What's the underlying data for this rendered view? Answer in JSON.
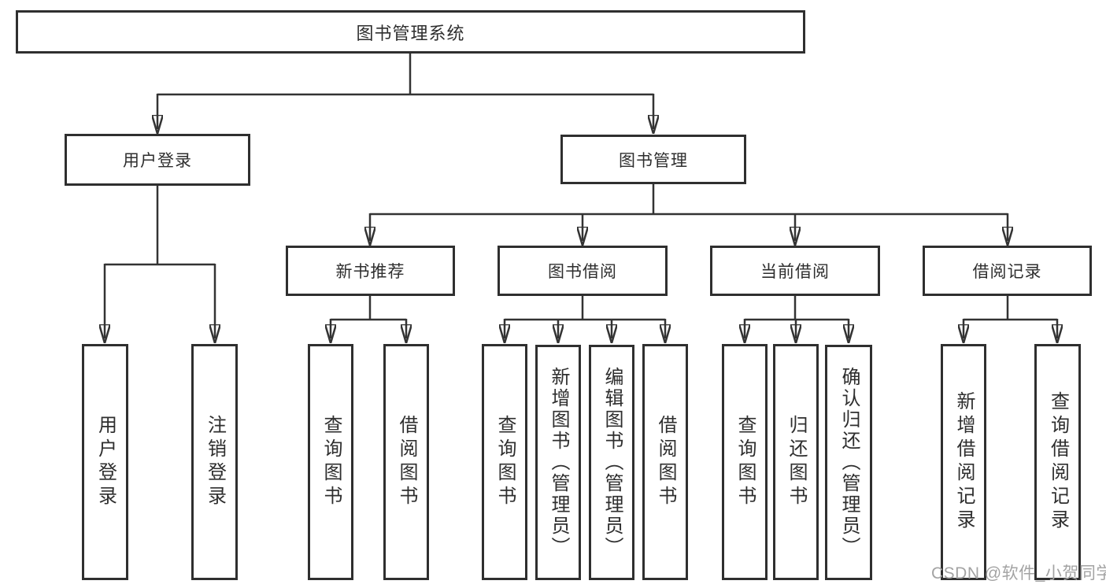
{
  "nodes": {
    "root": {
      "label": "图书管理系统"
    },
    "user_login": {
      "label": "用户登录"
    },
    "book_management": {
      "label": "图书管理"
    },
    "new_book_recommend": {
      "label": "新书推荐"
    },
    "book_borrow": {
      "label": "图书借阅"
    },
    "current_borrow": {
      "label": "当前借阅"
    },
    "borrow_records": {
      "label": "借阅记录"
    }
  },
  "leaves": [
    {
      "label": "用户登录",
      "parent": "用户登录"
    },
    {
      "label": "注销登录",
      "parent": "用户登录"
    },
    {
      "label": "查询图书",
      "parent": "新书推荐"
    },
    {
      "label": "借阅图书",
      "parent": "新书推荐"
    },
    {
      "label": "查询图书",
      "parent": "图书借阅"
    },
    {
      "label": "新增图书（管理员）",
      "parent": "图书借阅"
    },
    {
      "label": "编辑图书（管理员）",
      "parent": "图书借阅"
    },
    {
      "label": "借阅图书",
      "parent": "图书借阅"
    },
    {
      "label": "查询图书",
      "parent": "当前借阅"
    },
    {
      "label": "归还图书",
      "parent": "当前借阅"
    },
    {
      "label": "确认归还（管理员）",
      "parent": "当前借阅"
    },
    {
      "label": "新增借阅记录",
      "parent": "借阅记录"
    },
    {
      "label": "查询借阅记录",
      "parent": "借阅记录"
    }
  ],
  "watermark": {
    "text": "CSDN @软件_小贺同学"
  },
  "colors": {
    "line": "#333333",
    "box_border": "#2f2f2f",
    "text": "#2e2e2e",
    "watermark": "#a3a3a3",
    "background": "#ffffff"
  }
}
